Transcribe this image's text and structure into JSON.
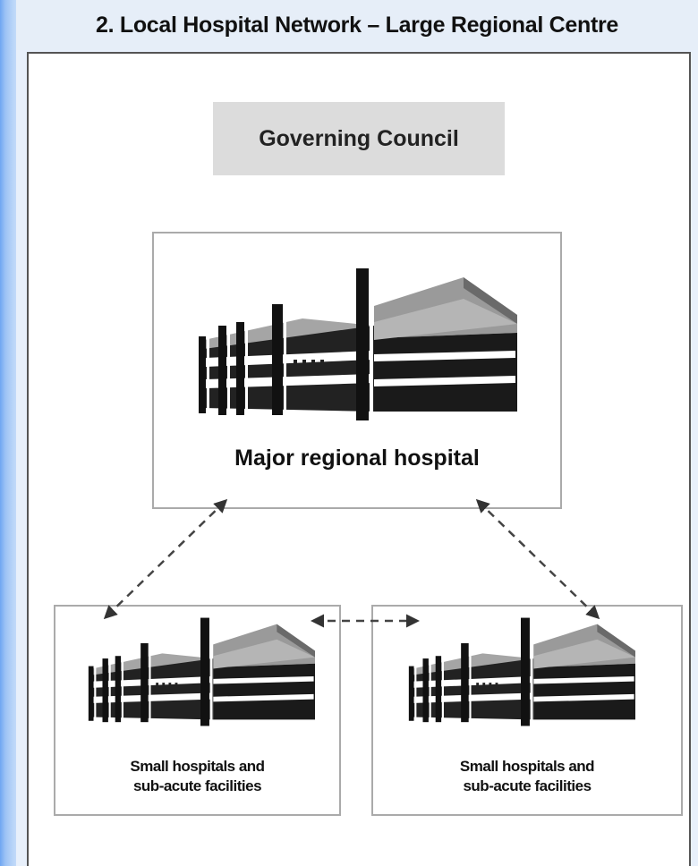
{
  "diagram": {
    "title": "2. Local Hospital Network – Large Regional Centre",
    "governing_council": "Governing Council",
    "major_hospital": "Major regional hospital",
    "small_hospitals_left": "Small hospitals and\nsub-acute facilities",
    "small_hospitals_right": "Small hospitals and\nsub-acute facilities"
  },
  "colors": {
    "council_fill": "#dcdcdc",
    "box_border": "#aaaaaa",
    "panel_border": "#555555",
    "building_dark": "#111111",
    "building_grey": "#8a8a8a"
  },
  "icons": [
    "hospital-building-icon",
    "double-arrow-icon"
  ]
}
